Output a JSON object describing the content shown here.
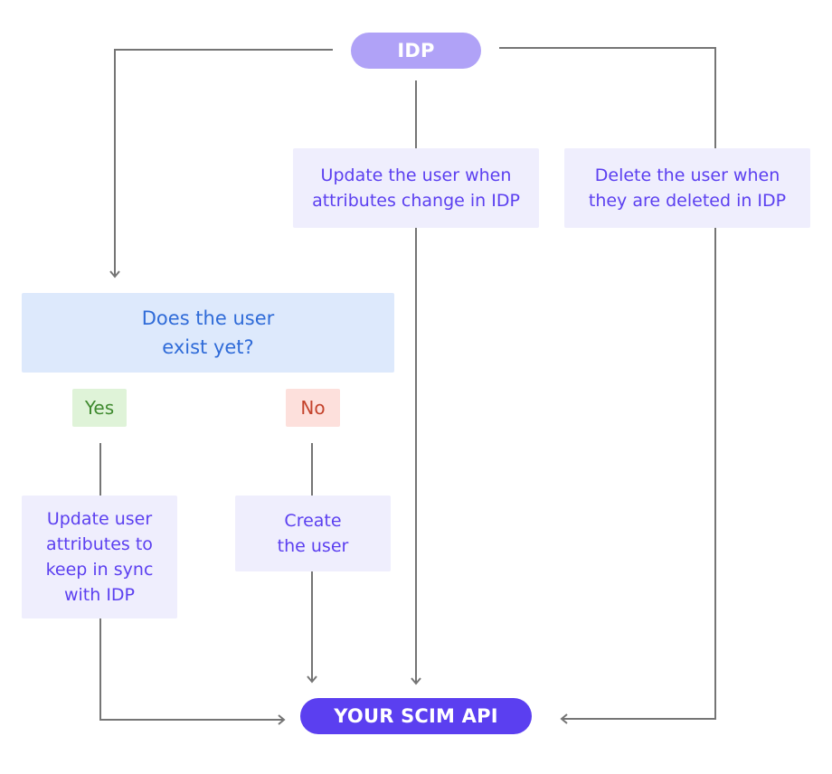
{
  "diagram": {
    "nodes": {
      "idp": "IDP",
      "update_on_change": "Update the user when\nattributes change in IDP",
      "delete_on_delete": "Delete the user when\nthey are deleted in IDP",
      "exists_question": "Does the user\nexist yet?",
      "yes": "Yes",
      "no": "No",
      "update_attributes": "Update user\nattributes to\nkeep in sync\nwith IDP",
      "create_user": "Create\nthe user",
      "scim_api": "YOUR SCIM API"
    },
    "colors": {
      "idp_fill": "#b0a2f7",
      "scim_fill": "#5b3ff0",
      "box_fill": "#efeefd",
      "box_text": "#5b3ff0",
      "question_fill": "#dde9fc",
      "question_text": "#2f6bd8",
      "yes_fill": "#dff3d8",
      "yes_text": "#3f8a2f",
      "no_fill": "#fde0dc",
      "no_text": "#c4432c",
      "connector": "#757575"
    }
  }
}
